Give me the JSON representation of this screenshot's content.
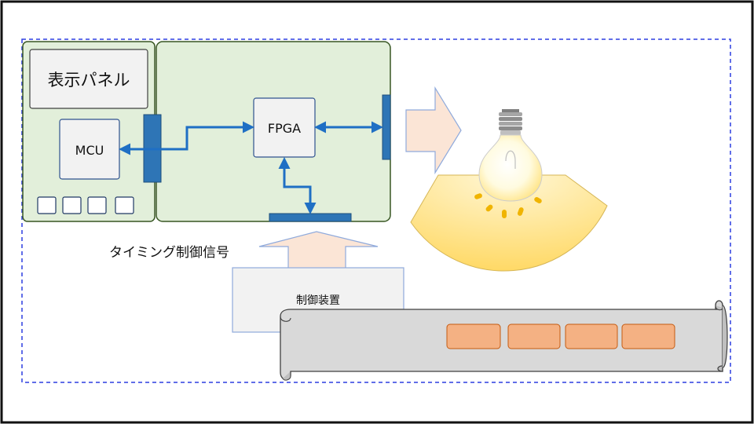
{
  "labels": {
    "display_panel": "表示パネル",
    "mcu": "MCU",
    "fpga": "FPGA",
    "timing_signal": "タイミング制御信号",
    "control_device": "制御装置"
  },
  "colors": {
    "frame": "#111111",
    "dashed_boundary": "#2d3fe0",
    "board_fill": "#e2efda",
    "board_stroke": "#385723",
    "box_fill": "#f2f2f2",
    "box_stroke": "#2f528f",
    "connector": "#2e75b6",
    "arrow_line": "#1f6fc4",
    "block_arrow_fill": "#fbe5d6",
    "block_arrow_stroke": "#8faadc",
    "light_cone": "#ffd966",
    "scroll_fill": "#d9d9d9",
    "scroll_slot": "#f4b183"
  },
  "icons": [
    "light-bulb-icon",
    "scroll-shape"
  ]
}
